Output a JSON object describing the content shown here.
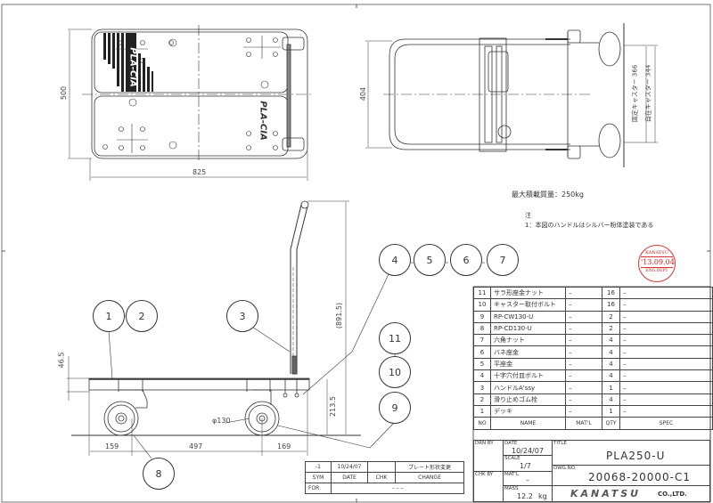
{
  "drawing": {
    "title": "PLA250-U",
    "drawing_number": "20068-20000-C1",
    "company": "KANATSU CO.,LTD.",
    "company_logo_text": "KANATSU",
    "company_suffix": "CO.,LTD."
  },
  "notes": {
    "max_load": "最大積載質量：250kg",
    "note_heading": "注",
    "note_1": "1：本図のハンドルはシルバー粉体塗装である"
  },
  "stamp": {
    "top": "KANATSU",
    "date": "'13.09.04",
    "bottom": "ENG.DEPT"
  },
  "dimensions": {
    "top_view_height": "500",
    "top_view_width": "825",
    "side_top_width": "404",
    "fixed_caster": "固定キャスター 366",
    "swivel_caster": "自在キャスター 344",
    "handle_height": "(891.5)",
    "deck_height": "213.5",
    "deck_thickness": "46.5",
    "wheel_diameter": "φ130",
    "front_overhang": "159",
    "wheelbase": "497",
    "rear_overhang": "169"
  },
  "top_view": {
    "brand_mark_1": "PLA-CIA",
    "brand_mark_2": "PLA-CIA"
  },
  "balloons": [
    "1",
    "2",
    "3",
    "4",
    "5",
    "6",
    "7",
    "8",
    "9",
    "10",
    "11"
  ],
  "bom": {
    "headers": {
      "no": "NO",
      "name": "NAME",
      "matl": "MAT'L",
      "qty": "QTY",
      "spec": "SPEC"
    },
    "rows": [
      {
        "no": "11",
        "name": "サラ形座金ナット",
        "matl": "–",
        "qty": "16",
        "spec": "–"
      },
      {
        "no": "10",
        "name": "キャスター取付ボルト",
        "matl": "–",
        "qty": "16",
        "spec": "–"
      },
      {
        "no": "9",
        "name": "RP-CW130-U",
        "matl": "–",
        "qty": "2",
        "spec": "–"
      },
      {
        "no": "8",
        "name": "RP-CD130-U",
        "matl": "–",
        "qty": "2",
        "spec": "–"
      },
      {
        "no": "7",
        "name": "六角ナット",
        "matl": "–",
        "qty": "4",
        "spec": "–"
      },
      {
        "no": "6",
        "name": "バネ座金",
        "matl": "–",
        "qty": "4",
        "spec": "–"
      },
      {
        "no": "5",
        "name": "平座金",
        "matl": "–",
        "qty": "4",
        "spec": "–"
      },
      {
        "no": "4",
        "name": "十字穴付皿ボルト",
        "matl": "–",
        "qty": "4",
        "spec": "–"
      },
      {
        "no": "3",
        "name": "ハンドルA'ssy",
        "matl": "–",
        "qty": "1",
        "spec": "–"
      },
      {
        "no": "2",
        "name": "滑り止めゴム栓",
        "matl": "–",
        "qty": "4",
        "spec": "–"
      },
      {
        "no": "1",
        "name": "デッキ",
        "matl": "–",
        "qty": "1",
        "spec": "–"
      }
    ]
  },
  "title_block": {
    "drn_by_label": "DRN BY",
    "date_label": "DATE",
    "date_value": "10/24/07",
    "scale_label": "SCALE",
    "scale_value": "1/7",
    "chk_by_label": "CHK BY",
    "matl_label": "MAT'L",
    "matl_value": "–",
    "mass_label": "MASS",
    "mass_value": "12.2",
    "mass_unit": "kg",
    "title_label": "TITLE",
    "dwg_no_label": "DWG.NO."
  },
  "revision": {
    "rows": [
      {
        "sym": "-1",
        "date": "10/24/07",
        "chk": "",
        "change": "プレート形状変更"
      }
    ],
    "headers": {
      "sym": "SYM",
      "date": "DATE",
      "chk": "CHK",
      "change": "CHANGE"
    },
    "for_label": "FOR",
    "for_value": "– – –"
  }
}
